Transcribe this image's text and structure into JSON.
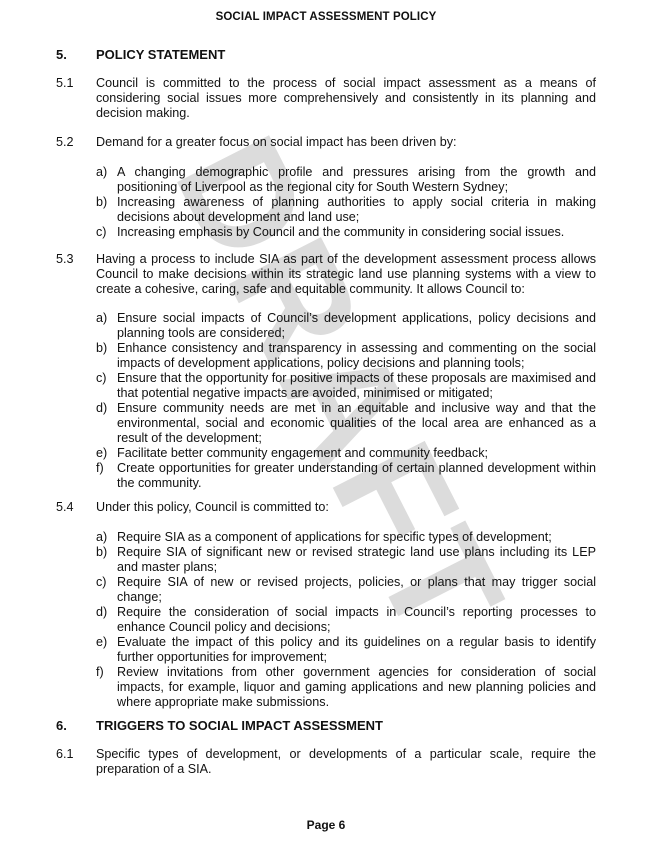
{
  "header": "SOCIAL IMPACT ASSESSMENT POLICY",
  "watermark": "DRAFT",
  "section5": {
    "number": "5.",
    "title": "POLICY STATEMENT",
    "p51": {
      "number": "5.1",
      "text": "Council is committed to the process of social impact assessment as a means of considering social issues more comprehensively and consistently in its planning and decision making."
    },
    "p52": {
      "number": "5.2",
      "text": "Demand for a greater focus on social impact has been driven by:",
      "items": [
        {
          "marker": "a)",
          "text": "A changing demographic profile and pressures arising from the growth and positioning of Liverpool as the regional city for South Western Sydney;"
        },
        {
          "marker": "b)",
          "text": "Increasing awareness of planning authorities to apply social criteria in making decisions about development and land use;"
        },
        {
          "marker": "c)",
          "text": "Increasing emphasis by Council and the community in considering social issues."
        }
      ]
    },
    "p53": {
      "number": "5.3",
      "text": "Having a process to include SIA as part of the development assessment process allows Council to make decisions within its strategic land use planning systems with a view to create a cohesive, caring, safe and equitable community. It allows Council to:",
      "items": [
        {
          "marker": "a)",
          "text": "Ensure social impacts of Council’s development applications, policy decisions and planning tools are considered;"
        },
        {
          "marker": "b)",
          "text": "Enhance consistency and transparency in assessing and commenting on the social impacts of development applications, policy decisions and planning tools;"
        },
        {
          "marker": "c)",
          "text": "Ensure that the opportunity for positive impacts of these proposals are maximised and that potential negative impacts are avoided, minimised or mitigated;"
        },
        {
          "marker": "d)",
          "text": "Ensure community needs are met in an equitable and inclusive way and that the environmental, social and economic qualities of the local area are enhanced as a result of the development;"
        },
        {
          "marker": "e)",
          "text": "Facilitate better community engagement and community feedback;"
        },
        {
          "marker": "f)",
          "text": "Create opportunities for greater understanding of certain planned development within the community."
        }
      ]
    },
    "p54": {
      "number": "5.4",
      "text": "Under this policy, Council is committed to:",
      "items": [
        {
          "marker": "a)",
          "text": "Require SIA as a component of applications for specific types of development;"
        },
        {
          "marker": "b)",
          "text": "Require SIA of significant new or revised strategic land use plans including its LEP and master plans;"
        },
        {
          "marker": "c)",
          "text": "Require SIA of new or revised projects, policies, or plans that may trigger social change;"
        },
        {
          "marker": "d)",
          "text": "Require the consideration of social impacts in Council’s reporting processes to enhance Council policy and decisions;"
        },
        {
          "marker": "e)",
          "text": "Evaluate the impact of this policy and its guidelines on a regular basis to identify further opportunities for improvement;"
        },
        {
          "marker": "f)",
          "text": "Review invitations from other government agencies for consideration of social impacts, for example, liquor and gaming applications and new planning policies and where appropriate make submissions."
        }
      ]
    }
  },
  "section6": {
    "number": "6.",
    "title": "TRIGGERS TO SOCIAL IMPACT ASSESSMENT",
    "p61": {
      "number": "6.1",
      "text": "Specific types of development, or developments of a particular scale, require the preparation of a SIA."
    }
  },
  "footer": "Page 6"
}
